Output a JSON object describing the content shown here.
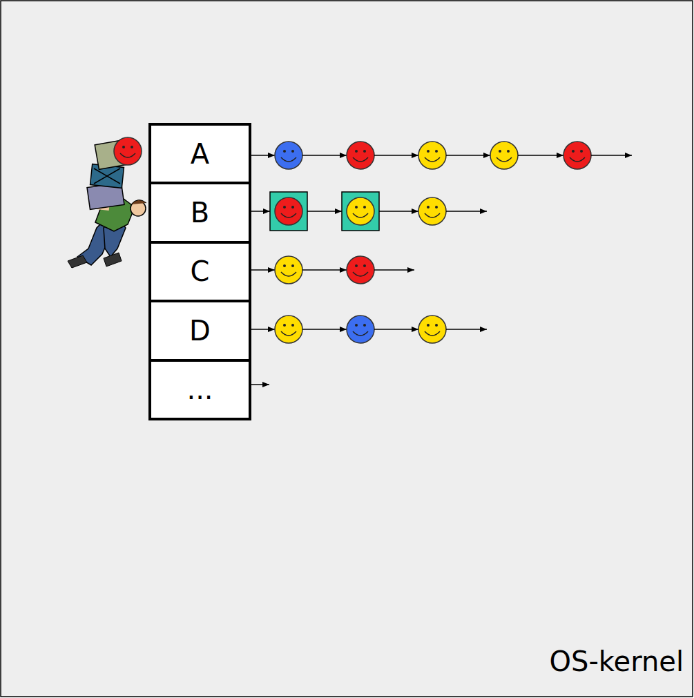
{
  "diagram": {
    "nodes": [
      {
        "text": [
          "A"
        ]
      },
      {
        "text": [
          "B"
        ]
      },
      {
        "text": [
          "C"
        ]
      },
      {
        "text": [
          "D"
        ]
      },
      {
        "text": [
          "..."
        ]
      }
    ],
    "labels": [
      "OS-kernel"
    ]
  }
}
